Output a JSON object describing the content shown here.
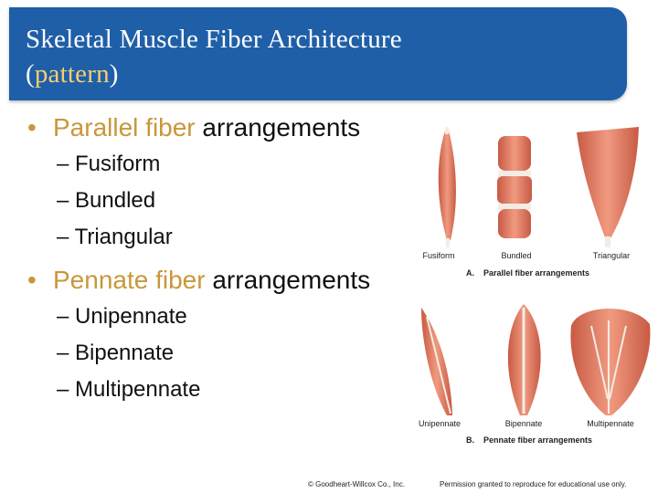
{
  "slide": {
    "title_line1": "Skeletal Muscle Fiber Architecture",
    "title_open": "(",
    "title_accent": "pattern",
    "title_close": ")"
  },
  "bullets": [
    {
      "bullet_char": "•",
      "highlight": "Parallel fiber",
      "rest": " arrangements",
      "subitems": [
        "– Fusiform",
        "– Bundled",
        "– Triangular"
      ]
    },
    {
      "bullet_char": "•",
      "highlight": "Pennate fiber",
      "rest": " arrangements",
      "subitems": [
        "– Unipennate",
        "– Bipennate",
        "– Multipennate"
      ]
    }
  ],
  "figure": {
    "panel_a": {
      "labels": [
        "Fusiform",
        "Bundled",
        "Triangular"
      ],
      "caption_letter": "A.",
      "caption": "Parallel fiber arrangements"
    },
    "panel_b": {
      "labels": [
        "Unipennate",
        "Bipennate",
        "Multipennate"
      ],
      "caption_letter": "B.",
      "caption": "Pennate fiber arrangements"
    }
  },
  "footer": {
    "copyright": "© Goodheart-Willcox Co., Inc.",
    "permission": "Permission granted to reproduce for educational use only."
  },
  "colors": {
    "title_bar": "#1f5fa8",
    "title_accent": "#f6cf6e",
    "bullet_highlight": "#c9973a",
    "muscle": "#e07a62"
  }
}
